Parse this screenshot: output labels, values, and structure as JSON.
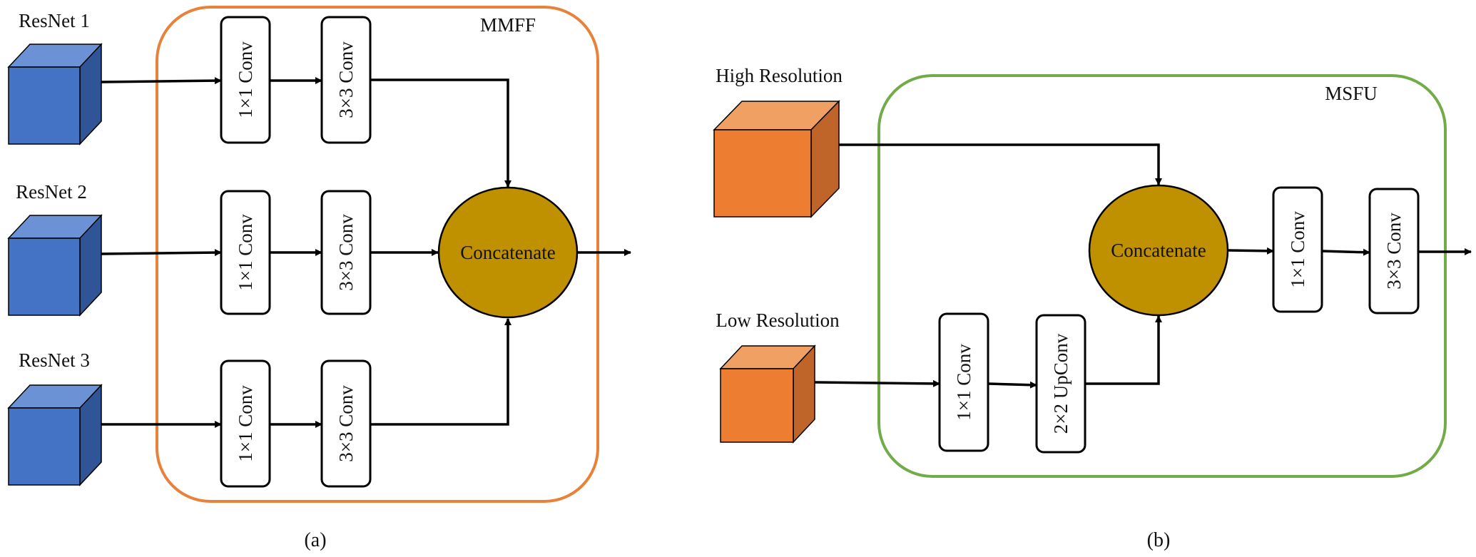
{
  "colors": {
    "mmff_border": "#E8823A",
    "msfu_border": "#72AC48",
    "resnet_front": "#4472C4",
    "resnet_top": "#6C92D6",
    "resnet_side": "#2F5597",
    "res_front": "#ED7D31",
    "res_top": "#F0A062",
    "res_side": "#C0652A",
    "concat_fill": "#BF9000"
  },
  "panel_a": {
    "caption": "(a)",
    "module_label": "MMFF",
    "inputs": [
      "ResNet 1",
      "ResNet 2",
      "ResNet 3"
    ],
    "conv1": "1×1 Conv",
    "conv3": "3×3 Conv",
    "concat": "Concatenate"
  },
  "panel_b": {
    "caption": "(b)",
    "module_label": "MSFU",
    "high_label": "High Resolution",
    "low_label": "Low Resolution",
    "low_conv": "1×1 Conv",
    "upconv": "2×2 UpConv",
    "concat": "Concatenate",
    "post_conv1": "1×1 Conv",
    "post_conv3": "3×3 Conv"
  }
}
